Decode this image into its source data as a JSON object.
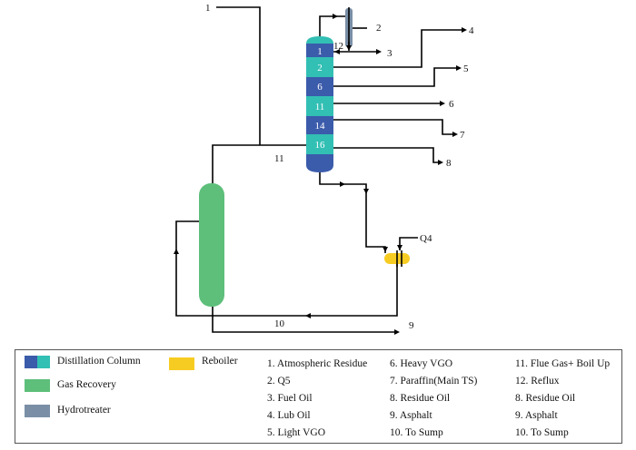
{
  "stream_labels": {
    "s1": "1",
    "s2": "2",
    "s3": "3",
    "s4": "4",
    "s5": "5",
    "s6": "6",
    "s7": "7",
    "s8": "8",
    "s9": "9",
    "s10": "10",
    "s11": "11",
    "s12": "12",
    "q4": "Q4"
  },
  "column_segments": [
    "1",
    "2",
    "6",
    "11",
    "14",
    "16"
  ],
  "colors": {
    "column_dark": "#3b5bab",
    "column_light": "#32bfb4",
    "gas_recovery": "#5dbf7a",
    "hydrotreater": "#7a8fa6",
    "reboiler": "#f7cc22"
  },
  "legend": {
    "equipment": [
      {
        "label": "Distillation Column"
      },
      {
        "label": "Gas Recovery"
      },
      {
        "label": "Hydrotreater"
      },
      {
        "label": "Reboiler"
      }
    ],
    "col1": [
      "1. Atmospheric Residue",
      "2. Q5",
      "3. Fuel Oil",
      "4. Lub Oil",
      "5. Light VGO"
    ],
    "col2": [
      "6. Heavy VGO",
      "7. Paraffin(Main TS)",
      "8. Residue Oil",
      "9. Asphalt",
      "10. To Sump"
    ],
    "col3": [
      "11. Flue Gas+ Boil Up",
      "12. Reflux",
      "8. Residue Oil",
      "9. Asphalt",
      "10. To Sump"
    ]
  }
}
